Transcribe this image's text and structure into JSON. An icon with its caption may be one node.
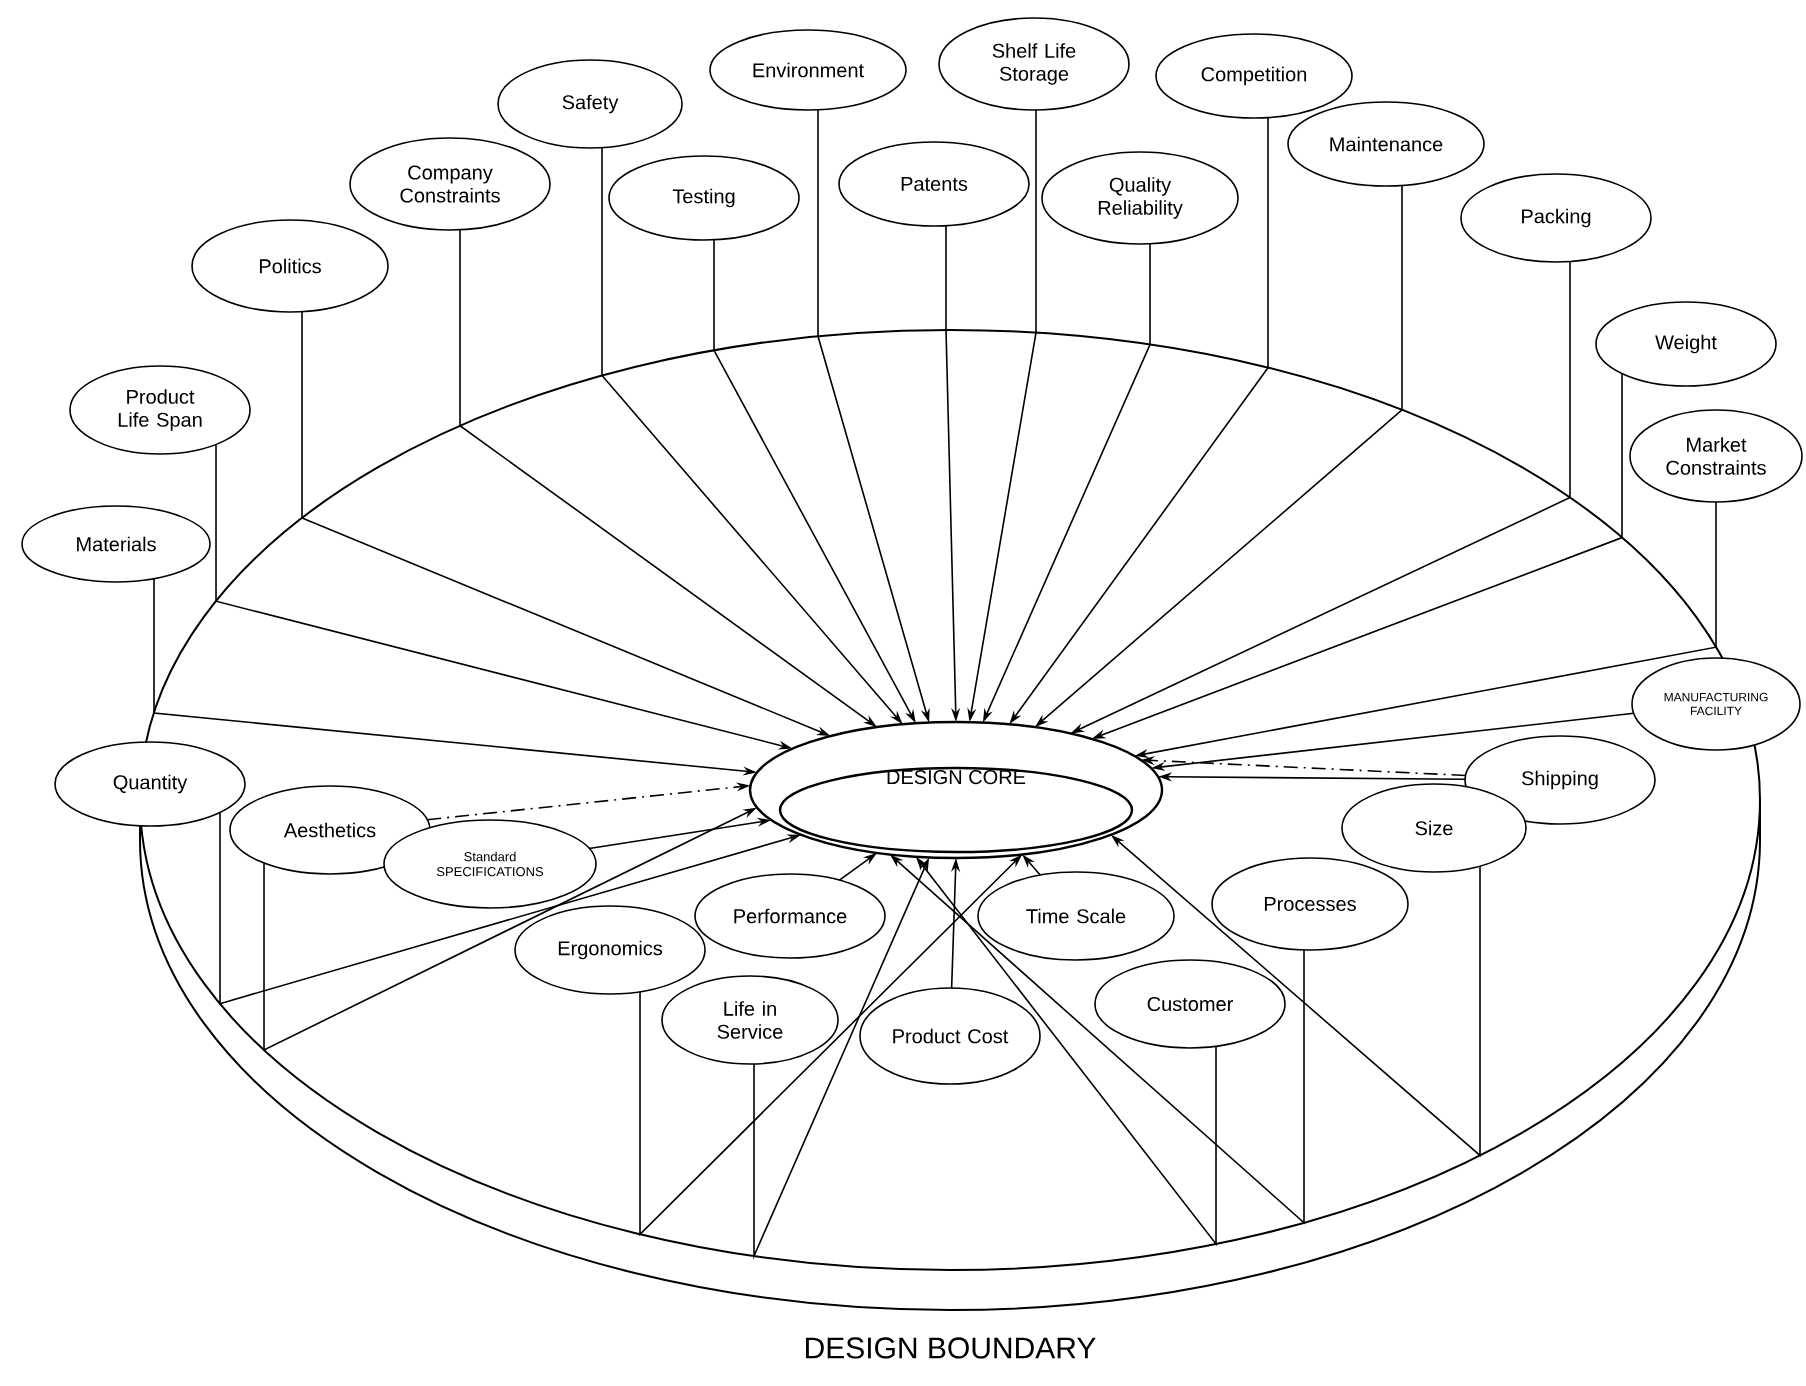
{
  "diagram": {
    "nodes": [
      {
        "text": [
          "DESIGN CORE"
        ]
      },
      {
        "text": [
          "Shelf Life Storage"
        ]
      },
      {
        "text": [
          "Environment"
        ]
      },
      {
        "text": [
          "Competition"
        ]
      },
      {
        "text": [
          "Safety"
        ]
      },
      {
        "text": [
          "Maintenance"
        ]
      },
      {
        "text": [
          "Company Constraints"
        ]
      },
      {
        "text": [
          "Patents"
        ]
      },
      {
        "text": [
          "Testing"
        ]
      },
      {
        "text": [
          "Quality Reliability"
        ]
      },
      {
        "text": [
          "Packing"
        ]
      },
      {
        "text": [
          "Politics"
        ]
      },
      {
        "text": [
          "Weight"
        ]
      },
      {
        "text": [
          "Product Life Span"
        ]
      },
      {
        "text": [
          "Market Constraints"
        ]
      },
      {
        "text": [
          "Materials"
        ]
      },
      {
        "text": [
          "MANUFACTURING FACILITY"
        ]
      },
      {
        "text": [
          "Shipping"
        ]
      },
      {
        "text": [
          "Quantity"
        ]
      },
      {
        "text": [
          "Aesthetics"
        ]
      },
      {
        "text": [
          "Size"
        ]
      },
      {
        "text": [
          "Standard SPECIFICATIONS"
        ]
      },
      {
        "text": [
          "Performance"
        ]
      },
      {
        "text": [
          "Time Scale"
        ]
      },
      {
        "text": [
          "Processes"
        ]
      },
      {
        "text": [
          "Ergonomics"
        ]
      },
      {
        "text": [
          "Customer"
        ]
      },
      {
        "text": [
          "Life in Service"
        ]
      },
      {
        "text": [
          "Product Cost"
        ]
      }
    ],
    "edges": [
      {
        "from": 1,
        "to": 0,
        "arrow": "to"
      },
      {
        "from": 2,
        "to": 0,
        "arrow": "to"
      },
      {
        "from": 3,
        "to": 0,
        "arrow": "to"
      },
      {
        "from": 4,
        "to": 0,
        "arrow": "to"
      },
      {
        "from": 5,
        "to": 0,
        "arrow": "to"
      },
      {
        "from": 6,
        "to": 0,
        "arrow": "to"
      },
      {
        "from": 7,
        "to": 0,
        "arrow": "to"
      },
      {
        "from": 8,
        "to": 0,
        "arrow": "to"
      },
      {
        "from": 9,
        "to": 0,
        "arrow": "to"
      },
      {
        "from": 10,
        "to": 0,
        "arrow": "to"
      },
      {
        "from": 11,
        "to": 0,
        "arrow": "to"
      },
      {
        "from": 12,
        "to": 0,
        "arrow": "to"
      },
      {
        "from": 13,
        "to": 0,
        "arrow": "to"
      },
      {
        "from": 14,
        "to": 0,
        "arrow": "to"
      },
      {
        "from": 15,
        "to": 0,
        "arrow": "to"
      },
      {
        "from": 16,
        "to": 0,
        "arrow": "to"
      },
      {
        "from": 17,
        "to": 0,
        "arrow": "to"
      },
      {
        "from": 18,
        "to": 0,
        "arrow": "to"
      },
      {
        "from": 19,
        "to": 0,
        "arrow": "to"
      },
      {
        "from": 20,
        "to": 0,
        "arrow": "to"
      },
      {
        "from": 21,
        "to": 0,
        "arrow": "to"
      },
      {
        "from": 22,
        "to": 0,
        "arrow": "to"
      },
      {
        "from": 23,
        "to": 0,
        "arrow": "to"
      },
      {
        "from": 24,
        "to": 0,
        "arrow": "to"
      },
      {
        "from": 25,
        "to": 0,
        "arrow": "to"
      },
      {
        "from": 26,
        "to": 0,
        "arrow": "to"
      },
      {
        "from": 27,
        "to": 0,
        "arrow": "to"
      },
      {
        "from": 28,
        "to": 0,
        "arrow": "to"
      },
      {
        "from": 19,
        "to": 0,
        "arrow": "to",
        "style": "dashed"
      },
      {
        "from": 17,
        "to": 0,
        "arrow": "to",
        "style": "dashed"
      }
    ],
    "labels": [
      "DESIGN BOUNDARY"
    ]
  }
}
